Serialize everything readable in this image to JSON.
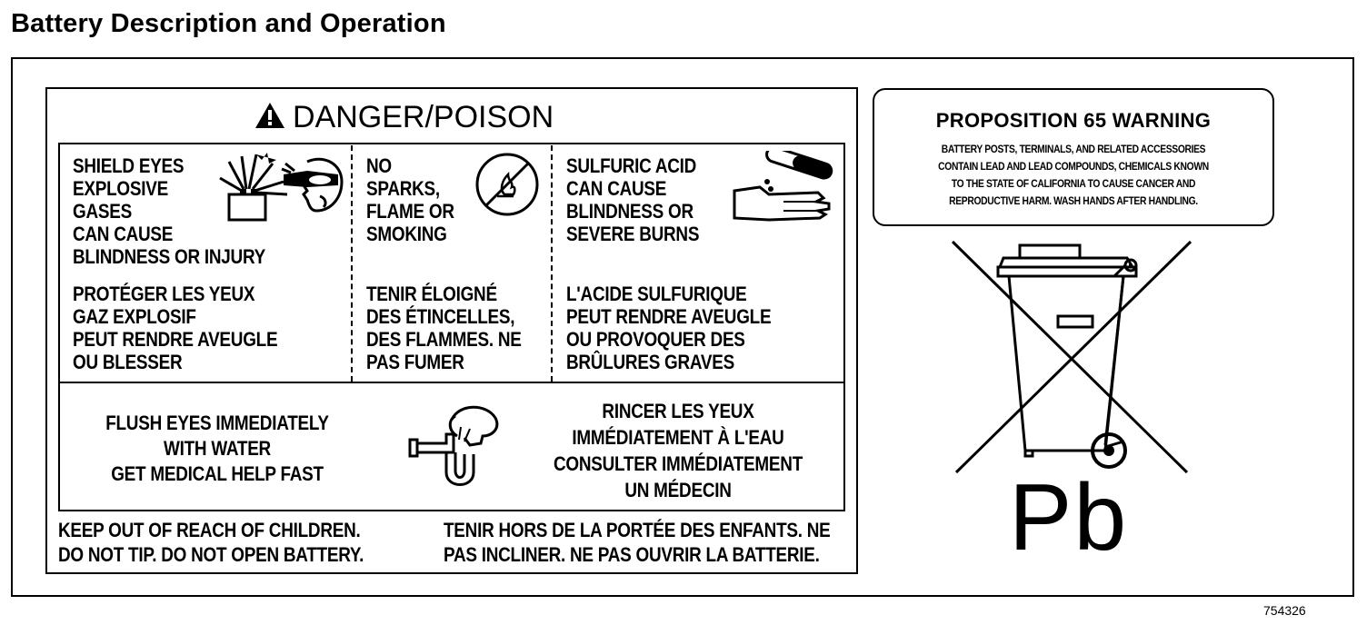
{
  "page": {
    "title": "Battery Description and Operation",
    "figure_number": "754326"
  },
  "danger_label": {
    "heading": "DANGER/POISON",
    "warnings": [
      {
        "en": [
          "SHIELD EYES",
          "EXPLOSIVE",
          "GASES",
          "CAN CAUSE",
          "BLINDNESS OR INJURY"
        ],
        "fr": [
          "PROTÉGER LES YEUX",
          "GAZ EXPLOSIF",
          "PEUT RENDRE AVEUGLE",
          "OU BLESSER"
        ]
      },
      {
        "en": [
          "NO",
          "SPARKS,",
          "FLAME OR",
          "SMOKING"
        ],
        "fr": [
          "TENIR ÉLOIGNÉ",
          "DES ÉTINCELLES,",
          "DES FLAMMES.  NE",
          "PAS FUMER"
        ]
      },
      {
        "en": [
          "SULFURIC ACID",
          "CAN CAUSE",
          "BLINDNESS OR",
          "SEVERE BURNS"
        ],
        "fr": [
          "L'ACIDE SULFURIQUE",
          "PEUT RENDRE AVEUGLE",
          "OU PROVOQUER DES",
          "BRÛLURES GRAVES"
        ]
      }
    ],
    "flush": {
      "en": [
        "FLUSH EYES IMMEDIATELY",
        "WITH WATER",
        "GET MEDICAL HELP FAST"
      ],
      "fr": [
        "RINCER LES YEUX",
        "IMMÉDIATEMENT À L'EAU",
        "CONSULTER IMMÉDIATEMENT",
        "UN MÉDECIN"
      ]
    },
    "footer": {
      "en": [
        "KEEP OUT OF REACH OF CHILDREN.",
        "DO NOT TIP.  DO NOT OPEN BATTERY."
      ],
      "fr": [
        "TENIR HORS DE LA PORTÉE DES ENFANTS.  NE",
        "PAS INCLINER.  NE PAS OUVRIR LA BATTERIE."
      ]
    },
    "icons": [
      "explosion-icon",
      "goggles-face-icon",
      "no-flame-icon",
      "acid-hand-icon",
      "eyewash-icon"
    ]
  },
  "prop65": {
    "title": "PROPOSITION 65 WARNING",
    "lines": [
      "BATTERY POSTS, TERMINALS, AND RELATED ACCESSORIES",
      "CONTAIN LEAD AND LEAD COMPOUNDS, CHEMICALS KNOWN",
      "TO THE STATE OF CALIFORNIA TO CAUSE CANCER AND",
      "REPRODUCTIVE HARM.  WASH HANDS AFTER HANDLING."
    ]
  },
  "recycling": {
    "symbol": "Pb",
    "icon": "crossed-wheelie-bin-icon"
  },
  "colors": {
    "ink": "#000000",
    "paper": "#ffffff"
  }
}
